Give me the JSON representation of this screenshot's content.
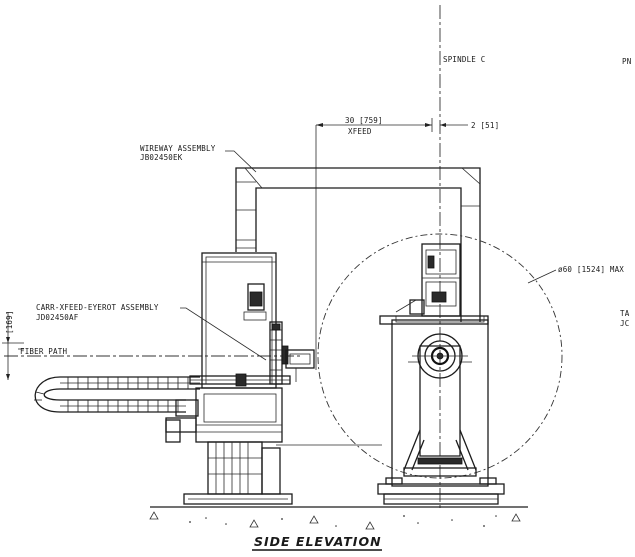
{
  "labels": {
    "spindle": "SPINDLE C",
    "pn_partial": "PN",
    "xfeed_dim": "30 [759]",
    "xfeed": "XFEED",
    "offset_dim": "2 [51]",
    "wireway_title": "WIREWAY ASSEMBLY",
    "wireway_part": "JB02450EK",
    "carr_title": "CARR-XFEED-EYEROT ASSEMBLY",
    "carr_part": "JD02450AF",
    "fiber_path": "FIBER PATH",
    "vertical_dim": "[169]",
    "diameter": "ø60 [1524] MAX",
    "right_partial_1": "TA",
    "right_partial_2": "JC"
  },
  "title": "SIDE ELEVATION"
}
